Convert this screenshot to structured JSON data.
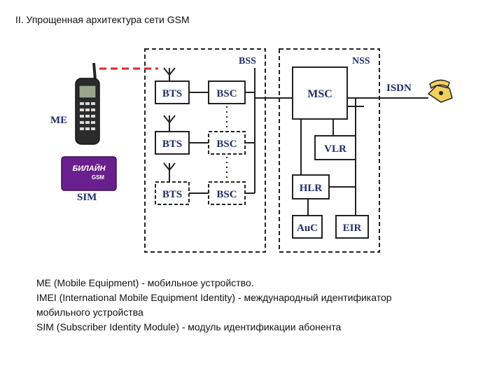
{
  "title": "II. Упрощенная архитектура сети GSM",
  "diagram": {
    "groups": {
      "bss": "BSS",
      "nss": "NSS"
    },
    "nodes": {
      "bts1": "BTS",
      "bts2": "BTS",
      "bts3": "BTS",
      "bsc1": "BSC",
      "bsc2": "BSC",
      "bsc3": "BSC",
      "msc": "MSC",
      "vlr": "VLR",
      "hlr": "HLR",
      "auc": "AuС",
      "eir": "EIR"
    },
    "external": {
      "isdn": "ISDN",
      "me": "ME",
      "sim": "SIM"
    },
    "sim_card": {
      "brand": "БИЛАЙН",
      "sub": "GSM"
    },
    "colors": {
      "radio_link": "#e0262b",
      "labels": "#1f2d6b",
      "sim_card": "#6a1f8e"
    }
  },
  "legend": [
    "ME (Mobile Equipment) - мобильное устройство.",
    "IMEI (International Mobile Equipment Identity) - международный идентификатор",
    "мобильного устройства",
    "SIM (Subscriber Identity Module) - модуль идентификации абонента"
  ]
}
